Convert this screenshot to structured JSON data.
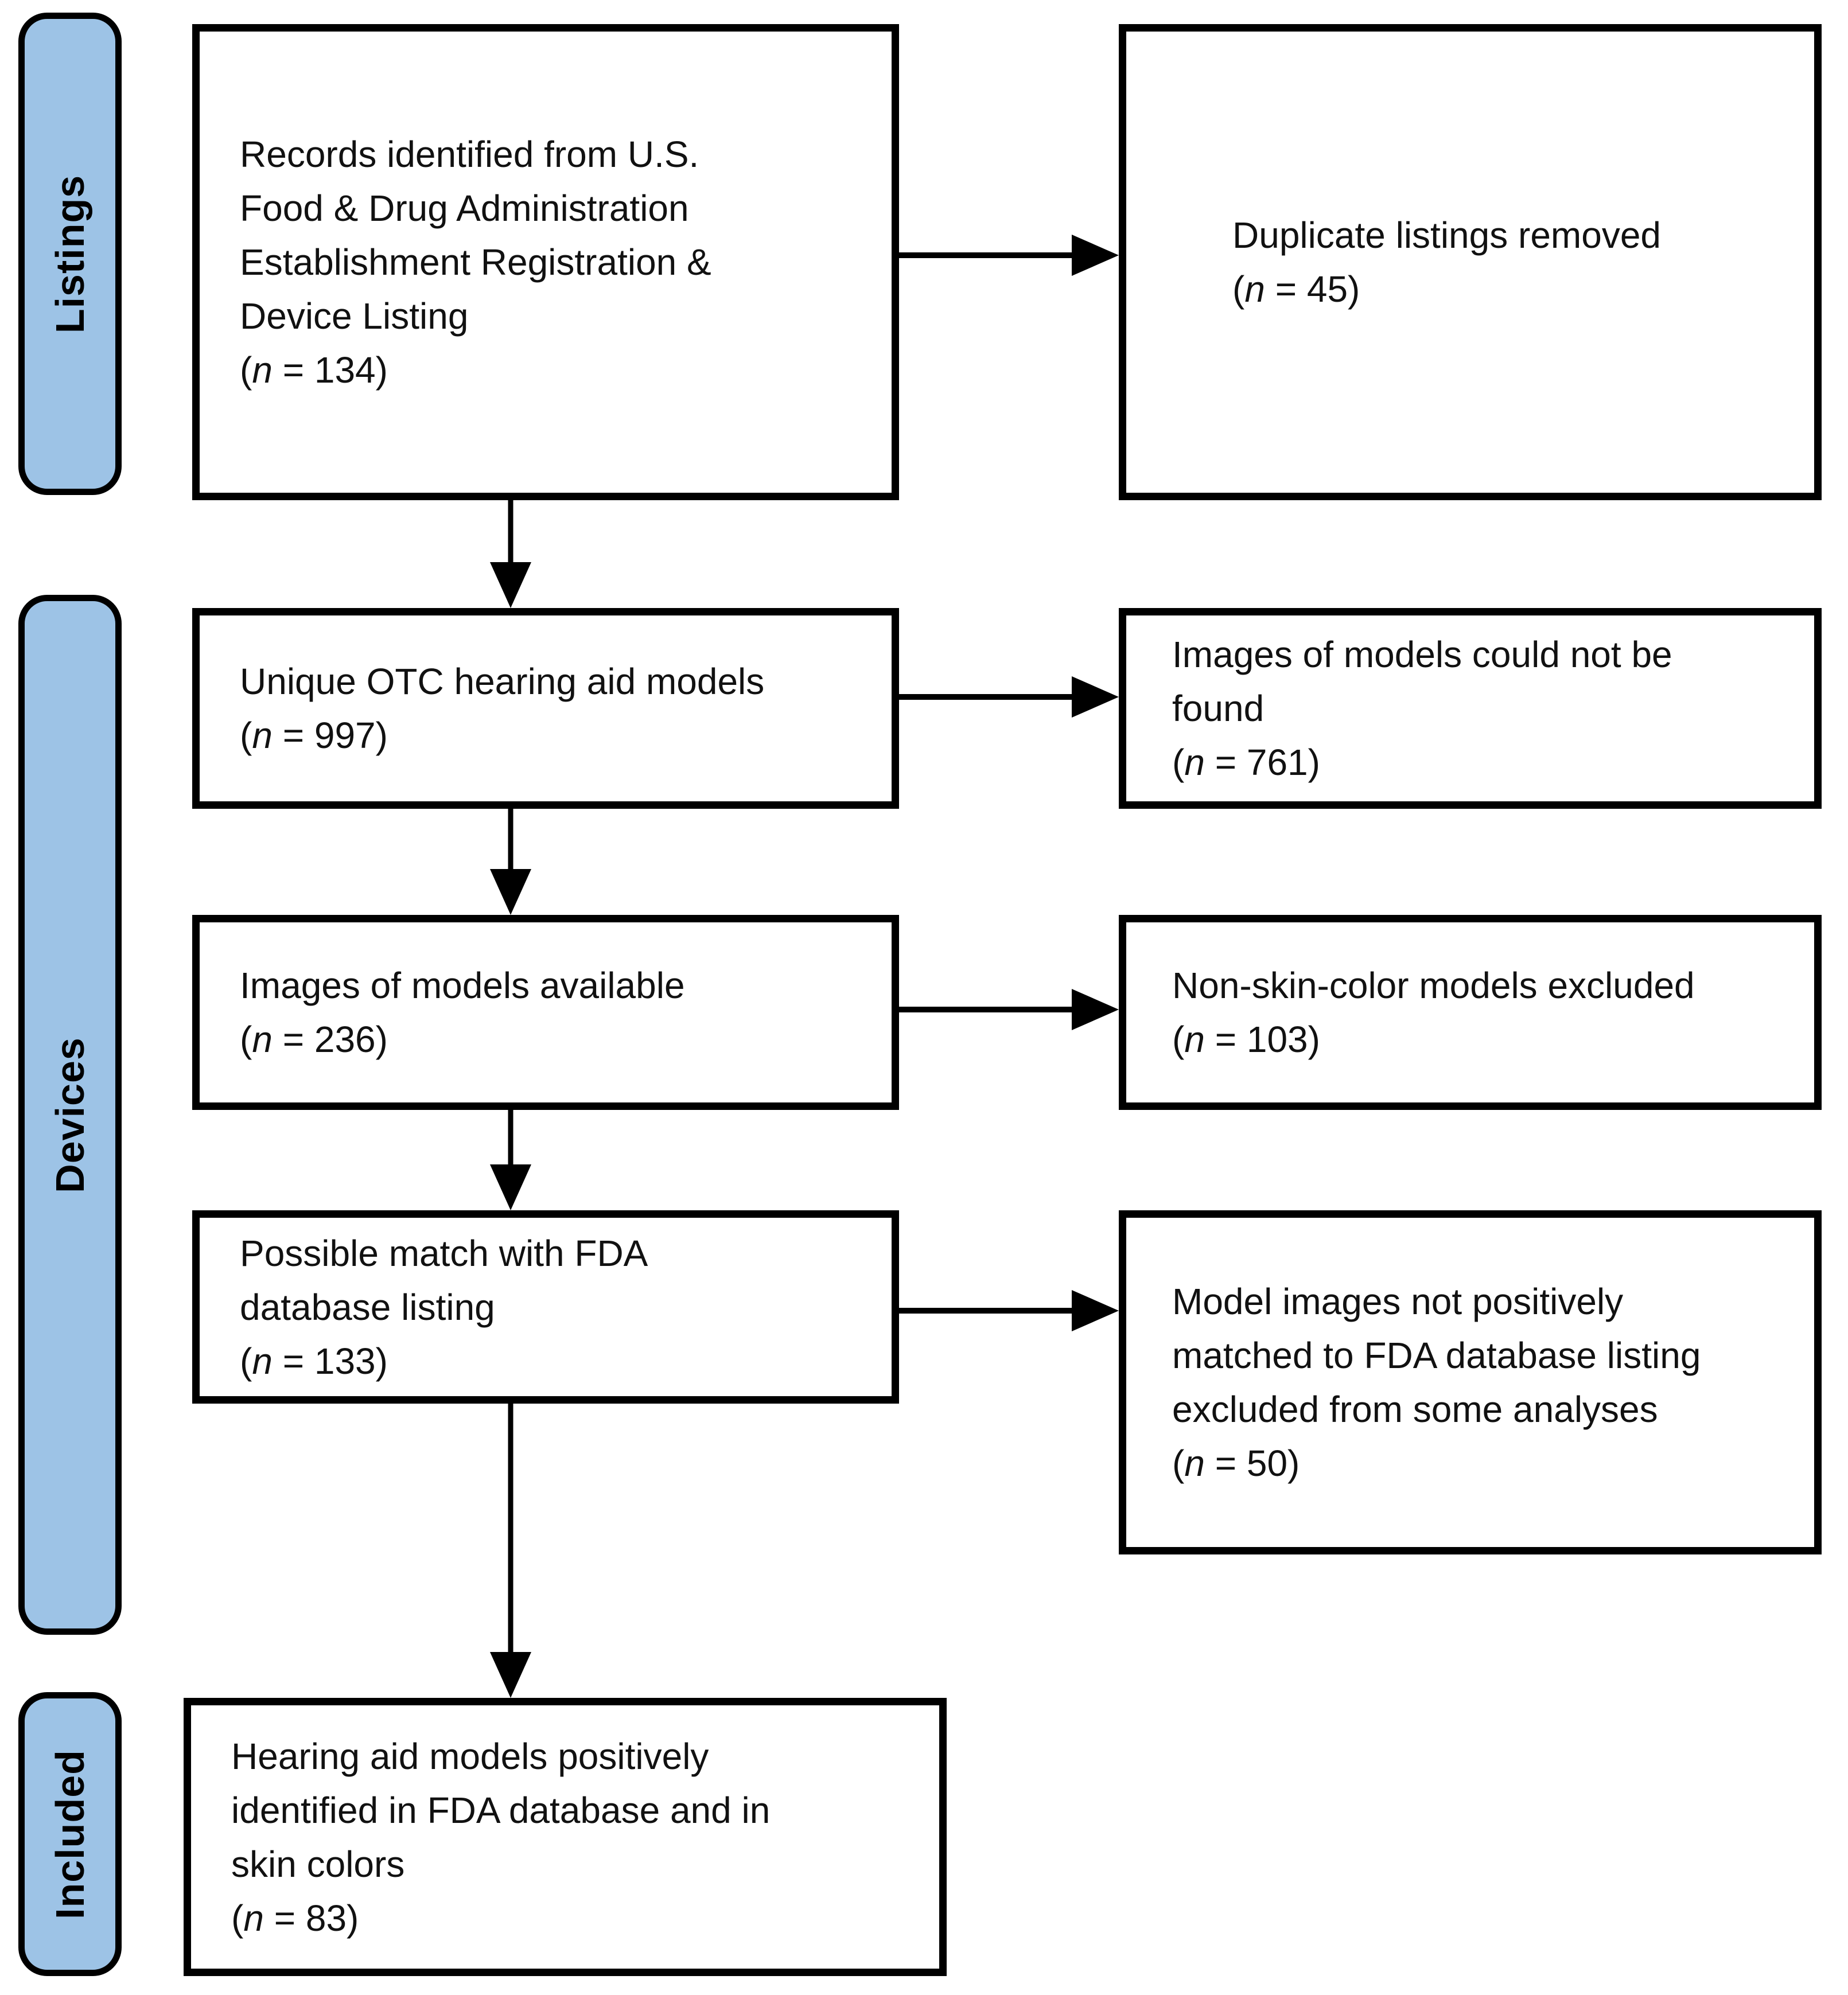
{
  "figure": {
    "kind": "prisma-style-flowchart",
    "colors": {
      "stage_label_fill": "#9DC3E6",
      "border": "#000000",
      "box_fill": "#FFFFFF",
      "text": "#111111"
    }
  },
  "n_format": {
    "open": "(",
    "symbol": "n",
    "equals": "=",
    "close": ")"
  },
  "sidebar": {
    "labels": [
      {
        "id": "listings",
        "text": "Listings"
      },
      {
        "id": "devices",
        "text": "Devices"
      },
      {
        "id": "included",
        "text": "Included"
      }
    ]
  },
  "boxes": {
    "left": [
      {
        "id": "records-identified",
        "lines": "Records identified from U.S.\nFood & Drug Administration\nEstablishment Registration &\nDevice Listing",
        "n": "134"
      },
      {
        "id": "unique-otc-models",
        "lines": "Unique OTC hearing aid models",
        "n": "997"
      },
      {
        "id": "images-available",
        "lines": "Images of models available",
        "n": "236"
      },
      {
        "id": "possible-match",
        "lines": "Possible match with FDA\ndatabase listing",
        "n": "133"
      },
      {
        "id": "positively-identified",
        "lines": "Hearing aid models positively\nidentified in FDA database and in\nskin colors",
        "n": "83"
      }
    ],
    "right": [
      {
        "id": "duplicates-removed",
        "lines": "Duplicate listings removed",
        "n": "45"
      },
      {
        "id": "images-not-found",
        "lines": "Images of models could not be\nfound",
        "n": "761"
      },
      {
        "id": "non-skin-color-excluded",
        "lines": "Non-skin-color models excluded",
        "n": "103"
      },
      {
        "id": "not-positively-matched",
        "lines": "Model images not positively\nmatched to FDA database listing\nexcluded from some analyses",
        "n": "50"
      }
    ]
  }
}
